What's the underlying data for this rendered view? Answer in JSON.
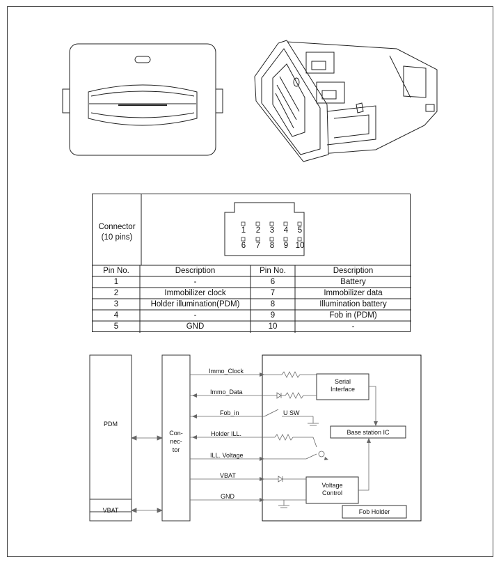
{
  "connector": {
    "label_line1": "Connector",
    "label_line2": "(10 pins)",
    "pins_top": [
      "1",
      "2",
      "3",
      "4",
      "5"
    ],
    "pins_bottom": [
      "6",
      "7",
      "8",
      "9",
      "10"
    ]
  },
  "table": {
    "headers": [
      "Pin No.",
      "Description",
      "Pin No.",
      "Description"
    ],
    "rows": [
      [
        "1",
        "-",
        "6",
        "Battery"
      ],
      [
        "2",
        "Immobilizer clock",
        "7",
        "Immobilizer data"
      ],
      [
        "3",
        "Holder illumination(PDM)",
        "8",
        "Illumination battery"
      ],
      [
        "4",
        "-",
        "9",
        "Fob in (PDM)"
      ],
      [
        "5",
        "GND",
        "10",
        "-"
      ]
    ]
  },
  "circuit": {
    "pdm": "PDM",
    "vbat_box": "VBAT",
    "connector_line1": "Con-",
    "connector_line2": "nec-",
    "connector_line3": "tor",
    "signals": [
      "Immo_Clock",
      "Immo_Data",
      "Fob_in",
      "Holder ILL.",
      "ILL. Voltage",
      "VBAT",
      "GND"
    ],
    "serial_line1": "Serial",
    "serial_line2": "Interface",
    "usw": "U SW",
    "base_ic": "Base station IC",
    "voltage_line1": "Voltage",
    "voltage_line2": "Control",
    "fob_holder": "Fob Holder"
  }
}
